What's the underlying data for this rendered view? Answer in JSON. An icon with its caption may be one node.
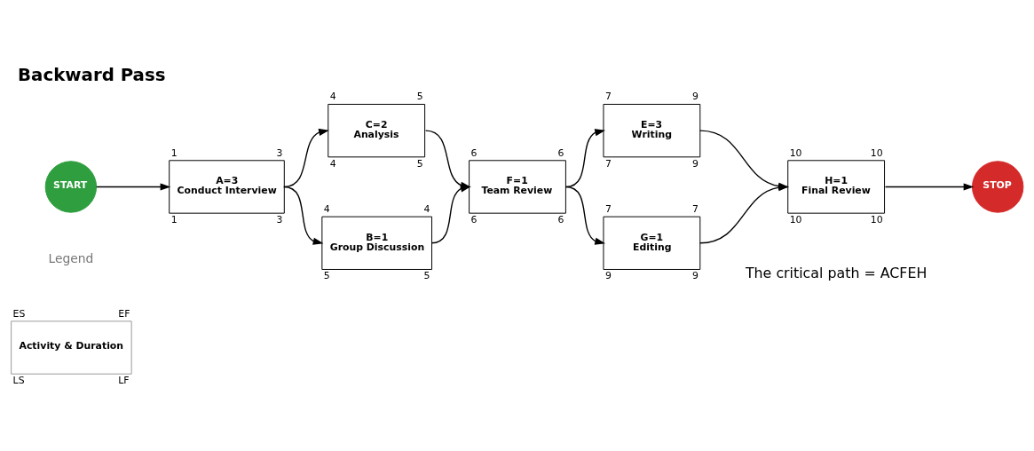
{
  "diagram": {
    "title": "Backward Pass",
    "nodes": [
      {
        "text": [
          "START"
        ]
      },
      {
        "text": [
          "A=3",
          "Conduct Interview"
        ],
        "beside": [
          "1",
          "3",
          "1",
          "3"
        ]
      },
      {
        "text": [
          "C=2",
          "Analysis"
        ],
        "beside": [
          "4",
          "5",
          "4",
          "5"
        ]
      },
      {
        "text": [
          "B=1",
          "Group Discussion"
        ],
        "beside": [
          "4",
          "4",
          "5",
          "5"
        ]
      },
      {
        "text": [
          "F=1",
          "Team Review"
        ],
        "beside": [
          "6",
          "6",
          "6",
          "6"
        ]
      },
      {
        "text": [
          "E=3",
          "Writing"
        ],
        "beside": [
          "7",
          "9",
          "7",
          "9"
        ]
      },
      {
        "text": [
          "G=1",
          "Editing"
        ],
        "beside": [
          "7",
          "7",
          "9",
          "9"
        ]
      },
      {
        "text": [
          "H=1",
          "Final Review"
        ],
        "beside": [
          "10",
          "10",
          "10",
          "10"
        ]
      },
      {
        "text": [
          "STOP"
        ]
      },
      {
        "text": [
          "Activity & Duration"
        ],
        "beside": [
          "ES",
          "EF",
          "LS",
          "LF"
        ]
      }
    ],
    "edges": [
      {
        "from": 0,
        "to": 1,
        "arrow": "to"
      },
      {
        "from": 1,
        "to": 2,
        "arrow": "to"
      },
      {
        "from": 1,
        "to": 3,
        "arrow": "to"
      },
      {
        "from": 2,
        "to": 4,
        "arrow": "to"
      },
      {
        "from": 3,
        "to": 4,
        "arrow": "to"
      },
      {
        "from": 4,
        "to": 5,
        "arrow": "to"
      },
      {
        "from": 4,
        "to": 6,
        "arrow": "to"
      },
      {
        "from": 5,
        "to": 7,
        "arrow": "to"
      },
      {
        "from": 6,
        "to": 7,
        "arrow": "to"
      },
      {
        "from": 7,
        "to": 8,
        "arrow": "to"
      }
    ],
    "labels": [
      "Legend",
      "The critical path = ACFEH"
    ]
  }
}
